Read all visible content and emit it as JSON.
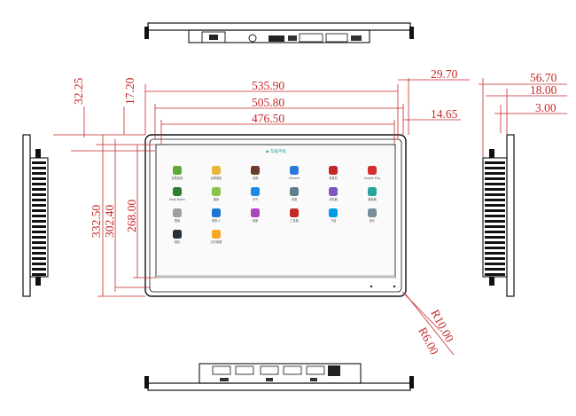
{
  "dimensions": {
    "overall_width": "535.90",
    "bezel_width": "505.80",
    "screen_width": "476.50",
    "side_offset": "29.70",
    "inner_offset": "14.65",
    "depth_total": "56.70",
    "depth_mid": "18.00",
    "depth_small": "3.00",
    "top_offset_outer": "32.25",
    "top_offset_inner": "17.20",
    "overall_height": "332.50",
    "bezel_height": "302.40",
    "screen_height": "268.00",
    "corner_radius_outer": "R10.00",
    "corner_radius_inner": "R6.00"
  },
  "screen": {
    "top_label": "◆ 车载平板",
    "apps": [
      {
        "label": "谷歌应用",
        "color": "#5fa83a"
      },
      {
        "label": "谷歌搜索",
        "color": "#e8b53e"
      },
      {
        "label": "设置",
        "color": "#6b3a2a"
      },
      {
        "label": "Chrome",
        "color": "#2b7ad8"
      },
      {
        "label": "录音机",
        "color": "#c62828"
      },
      {
        "label": "Google Play",
        "color": "#d32f2f"
      },
      {
        "label": "Keep Notes",
        "color": "#2e7d32"
      },
      {
        "label": "图库",
        "color": "#8bc34a"
      },
      {
        "label": "天气",
        "color": "#1e88e5"
      },
      {
        "label": "设置",
        "color": "#607d8b"
      },
      {
        "label": "浏览器",
        "color": "#7e57c2"
      },
      {
        "label": "播放器",
        "color": "#26a69a"
      },
      {
        "label": "搜索",
        "color": "#9e9e9e"
      },
      {
        "label": "联系人",
        "color": "#1976d2"
      },
      {
        "label": "相册",
        "color": "#ab47bc"
      },
      {
        "label": "工具箱",
        "color": "#c62828"
      },
      {
        "label": "下载",
        "color": "#039be5"
      },
      {
        "label": "音乐",
        "color": "#78909c"
      },
      {
        "label": "相机",
        "color": "#263238"
      },
      {
        "label": "文件管理",
        "color": "#f9a825"
      }
    ]
  },
  "colors": {
    "dimension": "#c62828",
    "outline": "#111111"
  }
}
